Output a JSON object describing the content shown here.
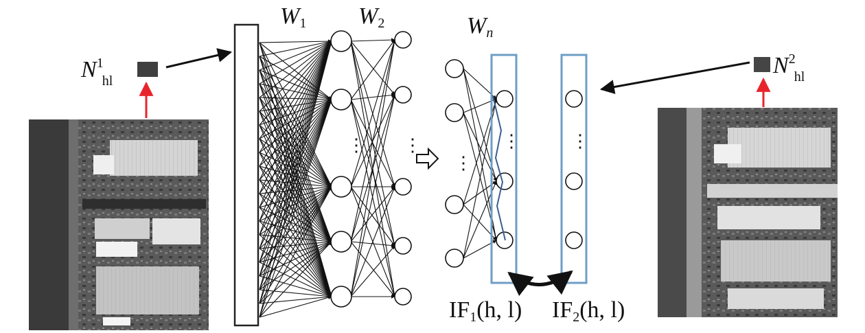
{
  "weights": {
    "w1_base": "W",
    "w1_sub": "1",
    "w2_base": "W",
    "w2_sub": "2",
    "wn_base": "W",
    "wn_sub": "n"
  },
  "patches": {
    "left": {
      "base": "N",
      "sup": "1",
      "sub": "hl"
    },
    "right": {
      "base": "N",
      "sup": "2",
      "sub": "hl"
    }
  },
  "features": {
    "if1": {
      "base": "IF",
      "sub": "1",
      "args": "(h, l)"
    },
    "if2": {
      "base": "IF",
      "sub": "2",
      "args": "(h, l)"
    }
  },
  "ellipsis": "⋮",
  "colors": {
    "arrow_red": "#e8242b",
    "box_blue": "#6d9ec6",
    "line": "#111111",
    "link_blue": "#3a5f8f"
  }
}
